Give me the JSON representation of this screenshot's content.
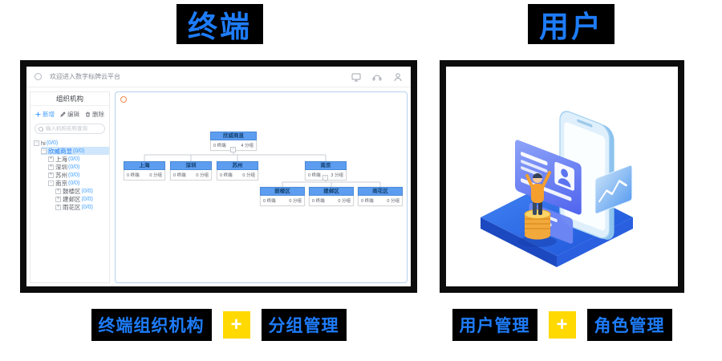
{
  "colors": {
    "accent_blue": "#1e7cf9",
    "plus_yellow": "#ffd900",
    "node_header_blue": "#5d9df0",
    "selected_row_bg": "#cfe6fb",
    "panel_border": "#0c0c0c"
  },
  "titles": {
    "terminal": "终端",
    "user": "用户"
  },
  "footers": {
    "terminal": {
      "left": "终端组织机构",
      "plus": "+",
      "right": "分组管理"
    },
    "user": {
      "left": "用户管理",
      "plus": "+",
      "right": "角色管理"
    }
  },
  "icons": [
    "menu-circle-icon",
    "monitor-icon",
    "headset-icon",
    "user-icon",
    "search-icon",
    "plus-icon",
    "pencil-icon",
    "trash-icon",
    "refresh-icon",
    "tree-expander-icon",
    "avatar-icon",
    "chart-line-icon"
  ],
  "terminal_window": {
    "header": {
      "welcome": "欢迎进入数字标牌云平台"
    },
    "sidebar": {
      "title": "组织机构",
      "actions": [
        {
          "label": "新增"
        },
        {
          "label": "编辑"
        },
        {
          "label": "删除"
        }
      ],
      "search_placeholder": "输入机构名称查询",
      "tree": [
        {
          "exp": "-",
          "label": "hi",
          "count": "(0/0)"
        },
        {
          "exp": "-",
          "label": "欣威商显",
          "count": "(0/0)"
        },
        {
          "exp": "+",
          "label": "上海",
          "count": "(0/0)"
        },
        {
          "exp": "+",
          "label": "深圳",
          "count": "(0/0)"
        },
        {
          "exp": "+",
          "label": "苏州",
          "count": "(0/0)"
        },
        {
          "exp": "-",
          "label": "南京",
          "count": "(0/0)"
        },
        {
          "exp": "+",
          "label": "鼓楼区",
          "count": "(0/0)"
        },
        {
          "exp": "+",
          "label": "建邺区",
          "count": "(0/0)"
        },
        {
          "exp": "+",
          "label": "雨花区",
          "count": "(0/0)"
        }
      ]
    },
    "org_chart": {
      "collapse_toggle": "-",
      "nodes": [
        {
          "name": "欣威商显",
          "terminals": "0 终端",
          "groups": "4 分组"
        },
        {
          "name": "上海",
          "terminals": "0 终端",
          "groups": "0 分组"
        },
        {
          "name": "深圳",
          "terminals": "0 终端",
          "groups": "0 分组"
        },
        {
          "name": "苏州",
          "terminals": "0 终端",
          "groups": "0 分组"
        },
        {
          "name": "南京",
          "terminals": "0 终端",
          "groups": "3 分组"
        },
        {
          "name": "鼓楼区",
          "terminals": "0 终端",
          "groups": "0 分组"
        },
        {
          "name": "建邺区",
          "terminals": "0 终端",
          "groups": "0 分组"
        },
        {
          "name": "雨花区",
          "terminals": "0 终端",
          "groups": "0 分组"
        }
      ]
    }
  }
}
